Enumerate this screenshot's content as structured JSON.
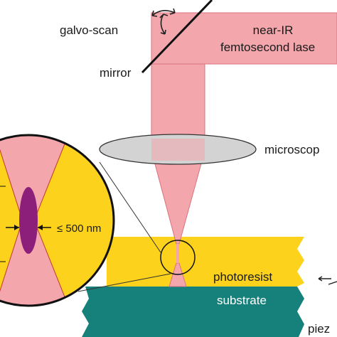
{
  "labels": {
    "galvo": "galvo-scan",
    "mirror": "mirror",
    "laser_line1": "near-IR",
    "laser_line2": "femtosecond lase",
    "objective": "microscop",
    "size": "≤ 500 nm",
    "photoresist": "photoresist",
    "substrate": "substrate",
    "piezo": "piez"
  },
  "colors": {
    "laser": "#f4a6ad",
    "laser_edge": "#d9737f",
    "photoresist": "#fcd21c",
    "substrate": "#16807b",
    "lens": "#d3d3d3",
    "voxel": "#8c1f7a",
    "outline": "#222222"
  }
}
